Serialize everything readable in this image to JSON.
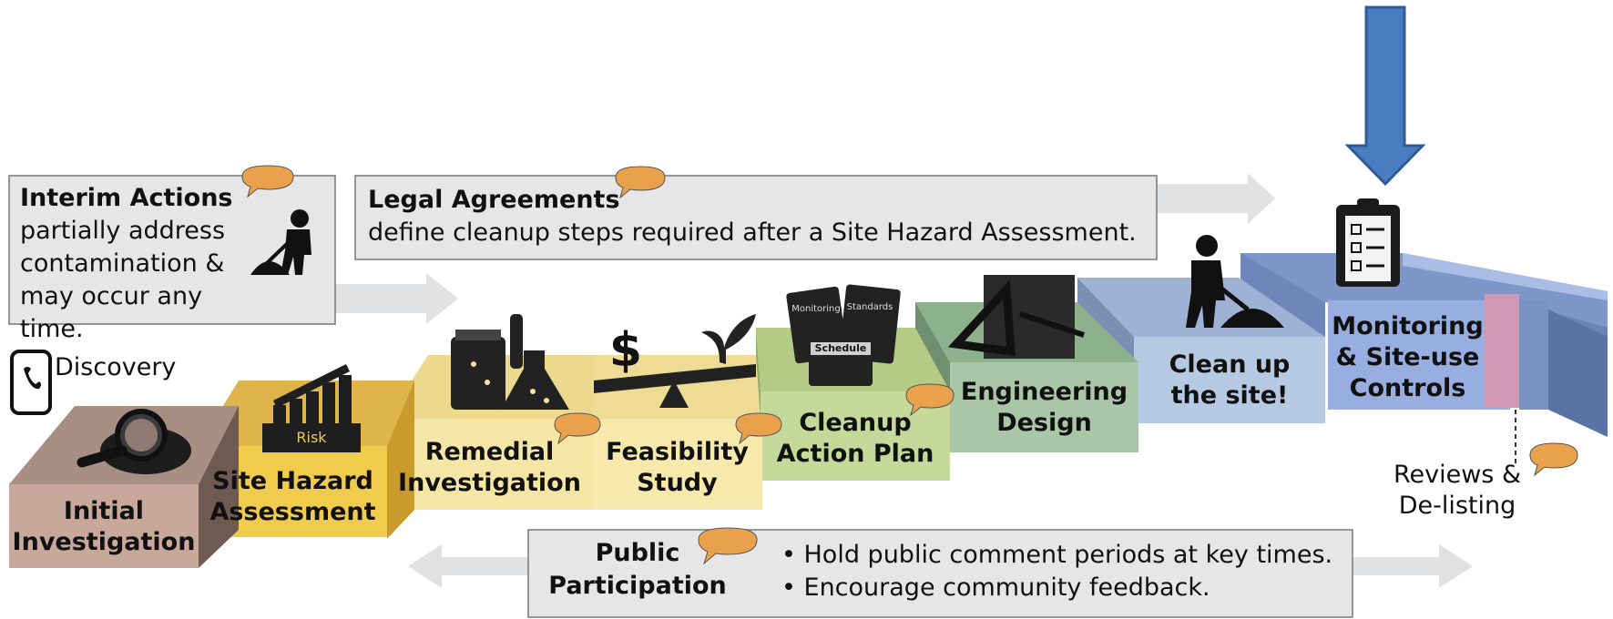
{
  "colors": {
    "initial": "#c9a89c",
    "hazard": "#f1cb4c",
    "remedial": "#f5e6a6",
    "feasibility": "#f7e9ab",
    "cleanup_plan": "#c5d99a",
    "engineering": "#a9c6a7",
    "cleanup_site": "#b5c9e3",
    "monitoring": "#98aee0",
    "reviews_bar": "#d198b4",
    "callout_box": "#e6e6e6",
    "speech_bubble": "#e9a24b",
    "arrow_gray": "#e0e1e3",
    "down_arrow": "#4a7cc1"
  },
  "steps": {
    "initial_investigation": [
      "Initial",
      "Investigation"
    ],
    "site_hazard_assessment": [
      "Site Hazard",
      "Assessment"
    ],
    "remedial_investigation": [
      "Remedial",
      "Investigation"
    ],
    "feasibility_study": [
      "Feasibility",
      "Study"
    ],
    "cleanup_action_plan": [
      "Cleanup",
      "Action Plan"
    ],
    "engineering_design": [
      "Engineering",
      "Design"
    ],
    "clean_up_site": [
      "Clean up",
      "the site!"
    ],
    "monitoring": [
      "Monitoring",
      "& Site-use",
      "Controls"
    ]
  },
  "discovery": "Discovery",
  "reviews": [
    "Reviews &",
    "De-listing"
  ],
  "interim_actions": {
    "title": "Interim Actions",
    "lines": [
      "partially address",
      "contamination &",
      "may occur any time."
    ]
  },
  "legal_agreements": {
    "title": "Legal Agreements",
    "text": "define cleanup steps required after a Site Hazard Assessment."
  },
  "public_participation": {
    "title": [
      "Public",
      "Participation"
    ],
    "bullets": [
      "• Hold public comment periods at key times.",
      "• Encourage community feedback."
    ]
  },
  "icon_labels": {
    "risk": "Risk",
    "monitoring_doc": "Monitoring",
    "standards_doc": "Standards",
    "schedule_doc": "Schedule",
    "dollar": "$"
  }
}
